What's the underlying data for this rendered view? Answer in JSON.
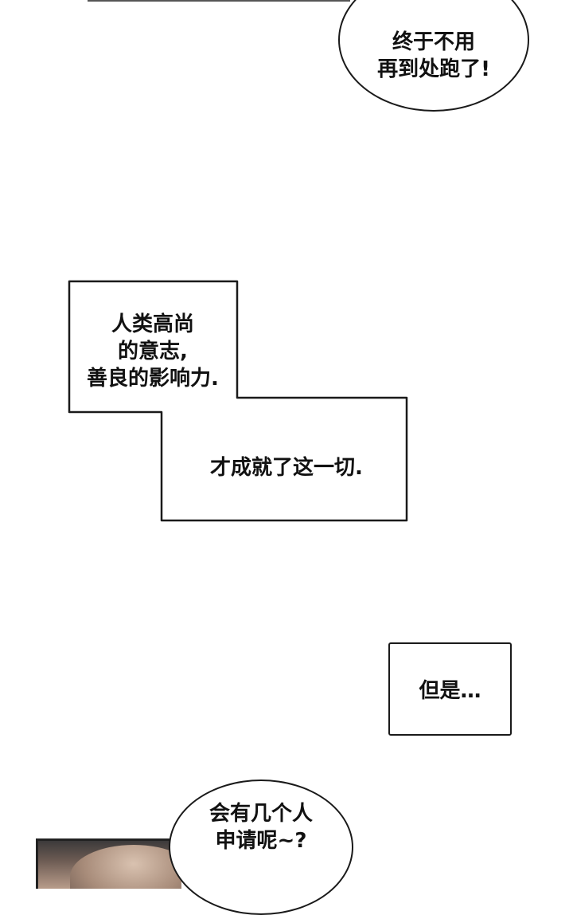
{
  "speech_top": {
    "lines": [
      "终于不用",
      "再到处跑了!"
    ]
  },
  "narration": {
    "box1_lines": [
      "人类高尚",
      "的意志,",
      "善良的影响力."
    ],
    "box2_line": "才成就了这一切."
  },
  "small_box": {
    "text": "但是…"
  },
  "speech_bottom": {
    "lines": [
      "会有几个人",
      "申请呢~?"
    ]
  }
}
